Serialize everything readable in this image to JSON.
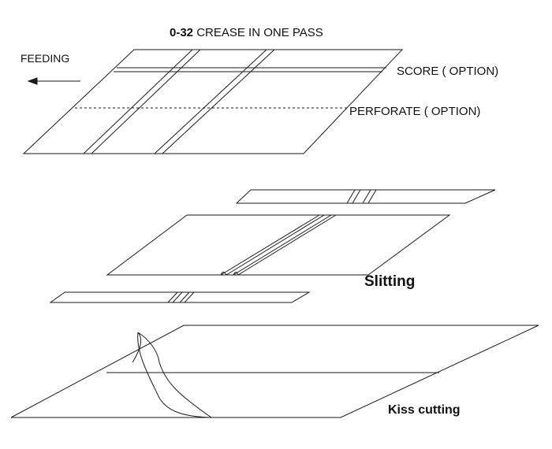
{
  "title": {
    "number": "0-32",
    "text": "CREASE IN ONE PASS"
  },
  "labels": {
    "feeding": "FEEDING",
    "score": "SCORE ( OPTION)",
    "perforate": "PERFORATE ( OPTION)",
    "slitting": "Slitting",
    "kiss_cutting": "Kiss cutting"
  },
  "colors": {
    "line": "#1a1a1a",
    "background": "#ffffff"
  }
}
